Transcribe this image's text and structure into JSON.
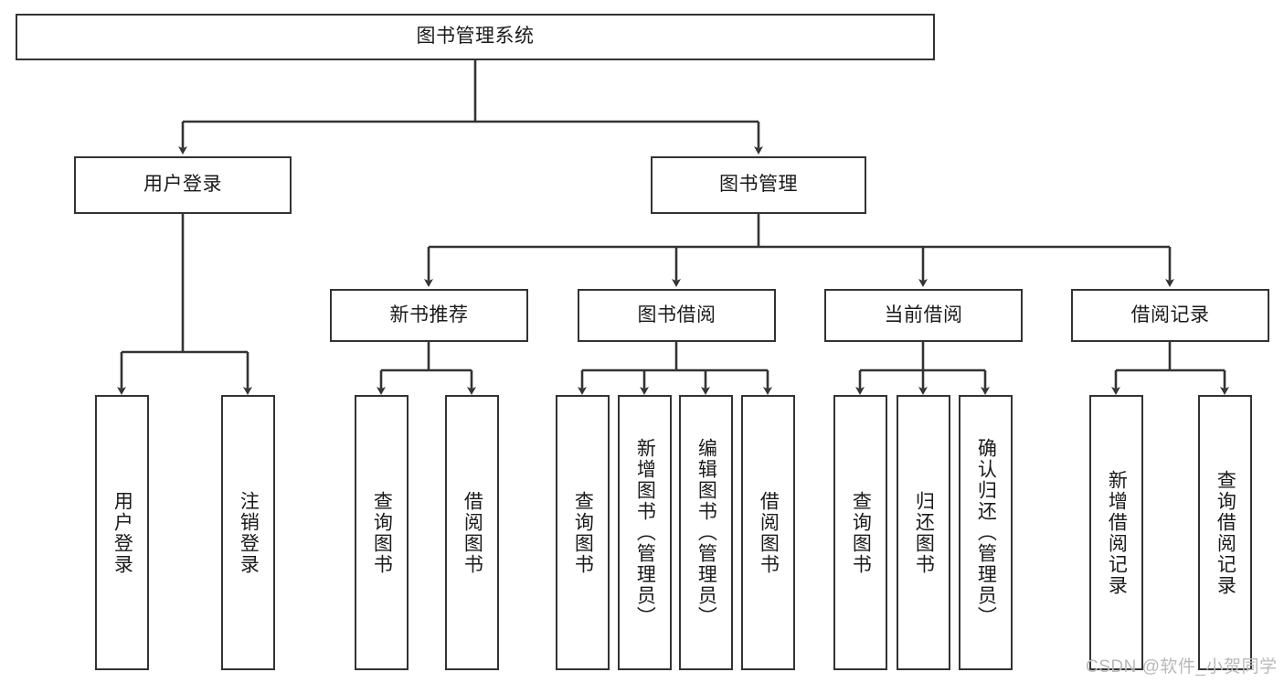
{
  "diagram": {
    "title": "图书管理系统",
    "type": "hierarchy-tree",
    "root": {
      "label": "图书管理系统"
    },
    "level2": [
      {
        "label": "用户登录"
      },
      {
        "label": "图书管理"
      }
    ],
    "level3": [
      {
        "label": "新书推荐"
      },
      {
        "label": "图书借阅"
      },
      {
        "label": "当前借阅"
      },
      {
        "label": "借阅记录"
      }
    ],
    "leaves": {
      "user_login": [
        {
          "label": "用户登录"
        },
        {
          "label": "注销登录"
        }
      ],
      "new_book_recommend": [
        {
          "label": "查询图书"
        },
        {
          "label": "借阅图书"
        }
      ],
      "book_borrow": [
        {
          "label": "查询图书"
        },
        {
          "label": "新增图书（管理员）"
        },
        {
          "label": "编辑图书（管理员）"
        },
        {
          "label": "借阅图书"
        }
      ],
      "current_borrow": [
        {
          "label": "查询图书"
        },
        {
          "label": "归还图书"
        },
        {
          "label": "确认归还（管理员）"
        }
      ],
      "borrow_record": [
        {
          "label": "新增借阅记录"
        },
        {
          "label": "查询借阅记录"
        }
      ]
    }
  },
  "watermark": {
    "text": "CSDN @软件_小贺同学"
  },
  "colors": {
    "background": "#ffffff",
    "box_border": "#333333",
    "connector": "#333333",
    "text": "#1a1a1a",
    "watermark": "#b9b9b9"
  }
}
